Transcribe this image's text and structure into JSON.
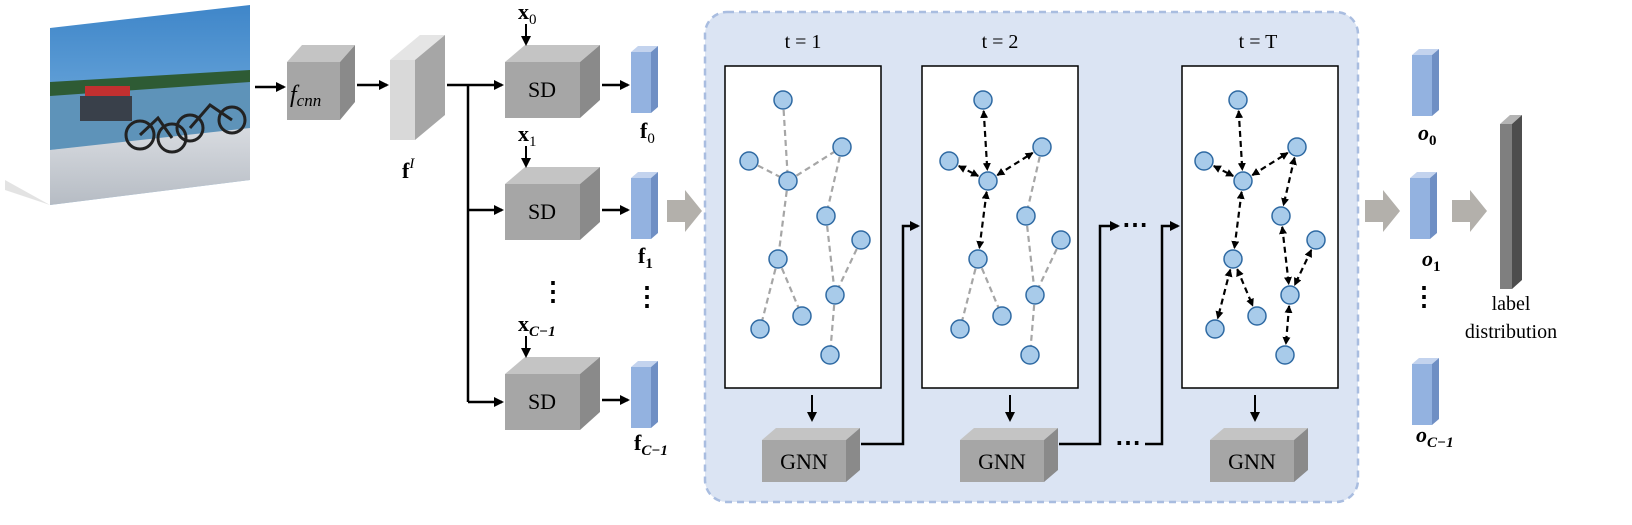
{
  "fcnn": {
    "main": "f",
    "sub": "cnn"
  },
  "fI": {
    "main": "f",
    "sup": "I"
  },
  "sd_label": "SD",
  "gnn_label": "GNN",
  "inputs": [
    {
      "main": "x",
      "sub": "0"
    },
    {
      "main": "x",
      "sub": "1"
    },
    {
      "main": "x",
      "sub": "C−1"
    }
  ],
  "features": [
    {
      "main": "f",
      "sub": "0"
    },
    {
      "main": "f",
      "sub": "1"
    },
    {
      "main": "f",
      "sub": "C−1"
    }
  ],
  "outputs": [
    {
      "main": "o",
      "sub": "0"
    },
    {
      "main": "o",
      "sub": "1"
    },
    {
      "main": "o",
      "sub": "C−1"
    }
  ],
  "timesteps": [
    "t = 1",
    "t = 2",
    "t = T"
  ],
  "ellipsis": "⋯",
  "vertical_ellipsis": "⋮",
  "label_distribution": {
    "line1": "label",
    "line2": "distribution"
  },
  "colors": {
    "panel_fill": "#dbe4f3",
    "panel_border": "#a9bde0",
    "node_fill": "#a8cbea",
    "node_stroke": "#2f6aa3",
    "feature_fill": "#93b2e0",
    "box_fill": "#a6a6a6",
    "edge_gray": "#a6a6a6"
  }
}
